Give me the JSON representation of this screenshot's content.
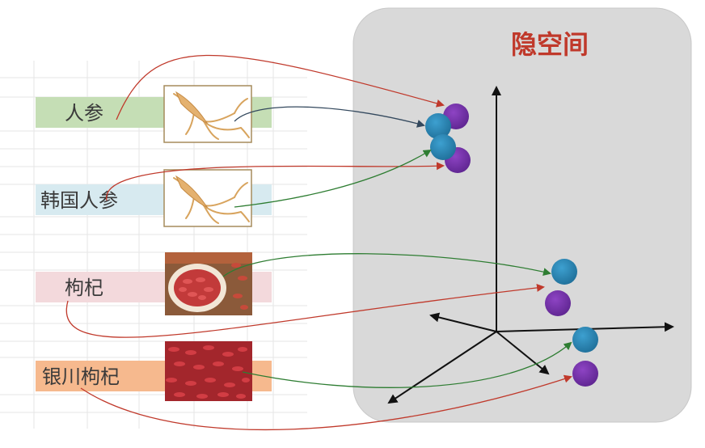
{
  "title": "隐空间",
  "items": [
    {
      "label": "人参",
      "image": "ginseng-root",
      "label_color": "#c5deb5",
      "arrow_color": "#c0392b",
      "embed_arrow_color": "#34495e"
    },
    {
      "label": "韩国人参",
      "image": "ginseng-root",
      "label_color": "#d7eaf0",
      "arrow_color": "#c0392b",
      "embed_arrow_color": "#2e7d32"
    },
    {
      "label": "枸杞",
      "image": "goji-berries-bowl",
      "label_color": "#f3d9dc",
      "arrow_color": "#c0392b",
      "embed_arrow_color": "#2e7d32"
    },
    {
      "label": "银川枸杞",
      "image": "goji-berries-pile",
      "label_color": "#f6b98e",
      "arrow_color": "#c0392b",
      "embed_arrow_color": "#2e7d32"
    }
  ],
  "colors": {
    "latent_panel": "#d9d9d9",
    "title": "#c0392b",
    "text_embedding": "#6b2aa0",
    "image_embedding": "#2b86b5",
    "text_arrow": "#c0392b",
    "image_arrow": "#2e7d32",
    "axes": "#111111",
    "grid": "#e3e3e3"
  }
}
